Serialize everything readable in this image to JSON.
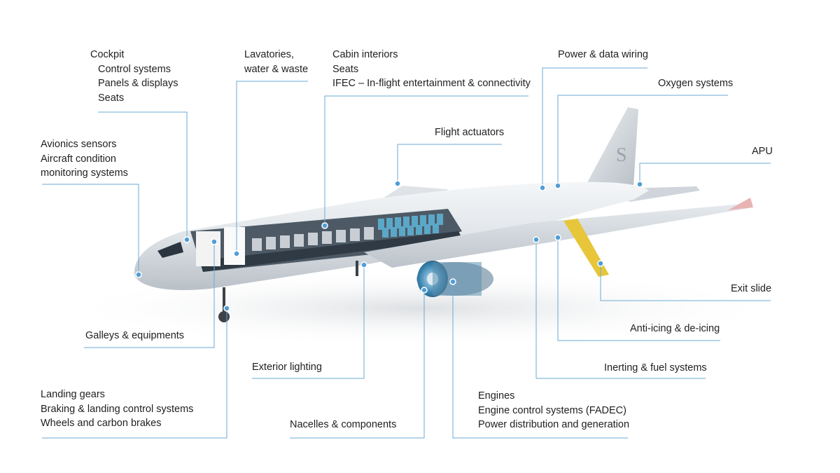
{
  "labels": {
    "cockpit": {
      "title": "Cockpit",
      "items": [
        "Control systems",
        "Panels & displays",
        "Seats"
      ]
    },
    "avionics": {
      "lines": [
        "Avionics sensors",
        "Aircraft condition",
        "monitoring systems"
      ]
    },
    "lavatories": {
      "lines": [
        "Lavatories,",
        "water & waste"
      ]
    },
    "cabin": {
      "lines": [
        "Cabin interiors",
        "Seats",
        "IFEC – In-flight entertainment & connectivity"
      ]
    },
    "flight_actuators": "Flight actuators",
    "power_wiring": "Power & data wiring",
    "oxygen": "Oxygen systems",
    "apu": "APU",
    "exit_slide": "Exit slide",
    "anti_icing": "Anti-icing & de-icing",
    "inerting": "Inerting & fuel systems",
    "galleys": "Galleys & equipments",
    "exterior_lighting": "Exterior lighting",
    "landing": {
      "lines": [
        "Landing gears",
        "Braking & landing control systems",
        "Wheels and carbon brakes"
      ]
    },
    "nacelles": "Nacelles & components",
    "engines": {
      "lines": [
        "Engines",
        "Engine control systems (FADEC)",
        "Power distribution and generation"
      ]
    }
  },
  "colors": {
    "leader": "#6aaad6",
    "dot": "#4f9ed8",
    "fuselage": "#dfe3e7",
    "seat": "#5ba7c8",
    "slide": "#e7c63a"
  }
}
